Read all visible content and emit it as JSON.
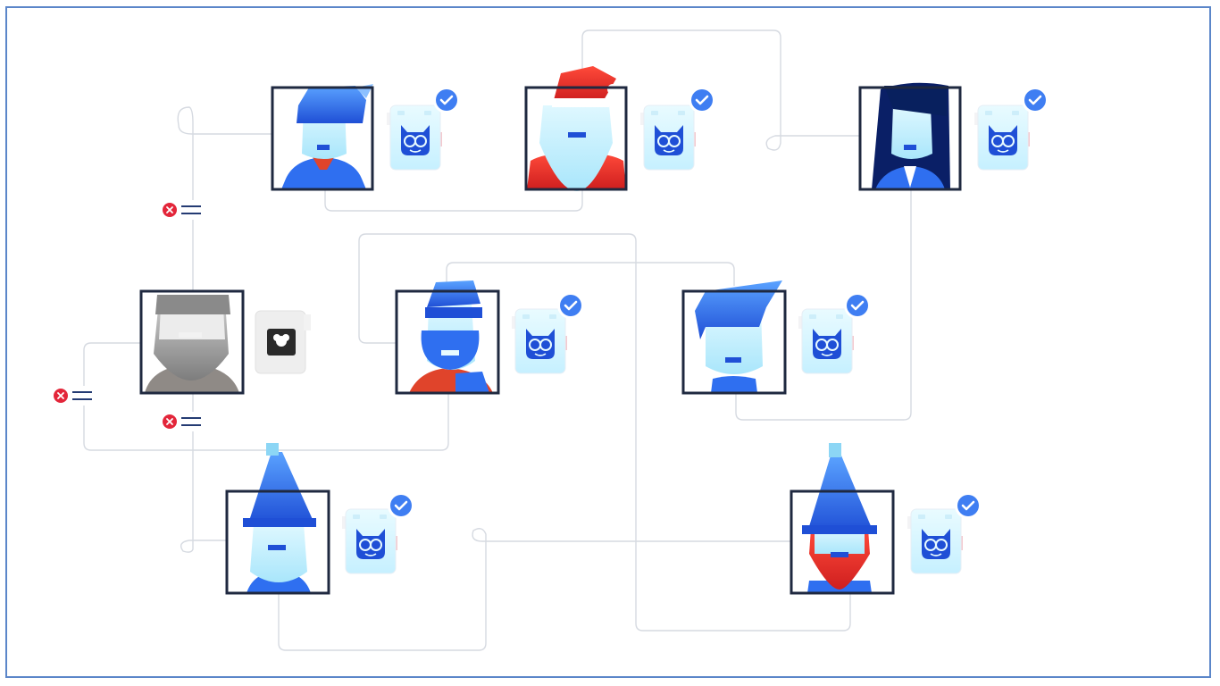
{
  "colors": {
    "frame": "#5b86c9",
    "wire": "#d7dbe2",
    "box_border": "#1f2940",
    "blue_dark": "#1f4fd6",
    "blue_mid": "#3d7df0",
    "blue_light": "#c8f0ff",
    "face": "#bfefff",
    "check_badge": "#3f7ef2",
    "error_badge": "#e3263a",
    "revoked_gray": "#8a8a8a",
    "santa_red": "#e32b2b"
  },
  "nodes": [
    {
      "id": "elf-top",
      "avatar": "elf-hat-avatar",
      "status": "verified",
      "badge_icon": "check-circle-icon",
      "card_icon": "cat-glasses-icon"
    },
    {
      "id": "santa",
      "avatar": "santa-avatar",
      "status": "verified",
      "badge_icon": "check-circle-icon",
      "card_icon": "cat-glasses-icon"
    },
    {
      "id": "woman",
      "avatar": "woman-avatar",
      "status": "verified",
      "badge_icon": "check-circle-icon",
      "card_icon": "cat-glasses-icon"
    },
    {
      "id": "revoked",
      "avatar": "bearded-man-gray-avatar",
      "status": "revoked",
      "badge_icon": "",
      "card_icon": "dark-emblem-icon"
    },
    {
      "id": "elf-mid",
      "avatar": "elf-bearded-avatar",
      "status": "verified",
      "badge_icon": "check-circle-icon",
      "card_icon": "cat-glasses-icon"
    },
    {
      "id": "man",
      "avatar": "man-quiff-avatar",
      "status": "verified",
      "badge_icon": "check-circle-icon",
      "card_icon": "cat-glasses-icon"
    },
    {
      "id": "wizard",
      "avatar": "wizard-avatar",
      "status": "verified",
      "badge_icon": "check-circle-icon",
      "card_icon": "cat-glasses-icon"
    },
    {
      "id": "gnome",
      "avatar": "gnome-red-beard-avatar",
      "status": "verified",
      "badge_icon": "check-circle-icon",
      "card_icon": "cat-glasses-icon"
    }
  ],
  "broken_links": [
    {
      "id": "break-top",
      "icon": "error-x-icon",
      "marker": "broken-link-icon"
    },
    {
      "id": "break-left",
      "icon": "error-x-icon",
      "marker": "broken-link-icon"
    },
    {
      "id": "break-bottom",
      "icon": "error-x-icon",
      "marker": "broken-link-icon"
    }
  ]
}
